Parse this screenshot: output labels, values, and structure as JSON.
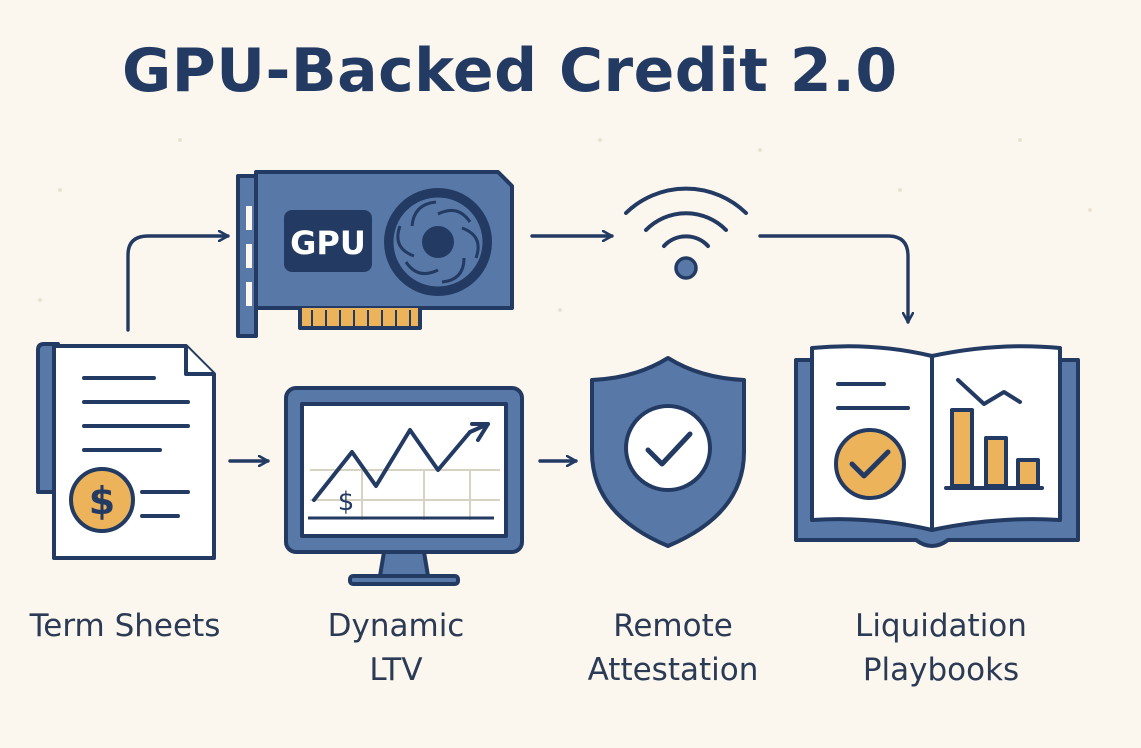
{
  "title": "GPU-Backed Credit 2.0",
  "gpu_card_text": "GPU",
  "steps": [
    {
      "lines": [
        "Term Sheets"
      ]
    },
    {
      "lines": [
        "Dynamic",
        "LTV"
      ]
    },
    {
      "lines": [
        "Remote",
        "Attestation"
      ]
    },
    {
      "lines": [
        "Liquidation",
        "Playbooks"
      ]
    }
  ],
  "icons": {
    "gpu": "gpu-card-icon",
    "wifi": "wireless-signal-icon",
    "document": "term-sheet-document-icon",
    "monitor": "chart-monitor-icon",
    "shield": "shield-check-icon",
    "book": "open-book-icon"
  },
  "colors": {
    "navy": "#233a63",
    "blue": "#5879a8",
    "gold": "#ecb35a",
    "background": "#fbf7ee",
    "paper": "#ffffff"
  }
}
